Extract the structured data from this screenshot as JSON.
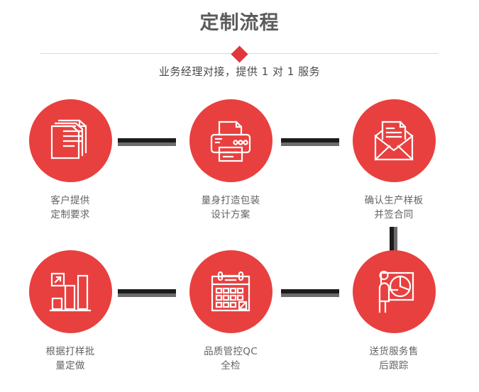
{
  "header": {
    "title": "定制流程",
    "subtitle": "业务经理对接，提供 1 对 1 服务",
    "diamond_color": "#e1383d",
    "divider_color": "#d9d9d9",
    "title_color": "#5b5b5b"
  },
  "theme": {
    "accent_red": "#e8403f",
    "connector_dark": "#1b1b1b",
    "connector_shadow": "#6b6b6b",
    "label_color": "#636363",
    "background": "#ffffff"
  },
  "flow": {
    "rows": [
      {
        "steps": [
          {
            "icon": "documents-stack-icon",
            "label_lines": [
              "客户提供",
              "定制要求"
            ]
          },
          {
            "icon": "printer-icon",
            "label_lines": [
              "量身打造包装",
              "设计方案"
            ]
          },
          {
            "icon": "open-envelope-letter-icon",
            "label_lines": [
              "确认生产样板",
              "并签合同"
            ]
          }
        ],
        "connectors": [
          "horizontal-bar",
          "horizontal-bar"
        ]
      },
      {
        "steps": [
          {
            "icon": "bar-chart-growth-icon",
            "label_lines": [
              "根据打样批",
              "量定做"
            ]
          },
          {
            "icon": "calendar-check-icon",
            "label_lines": [
              "品质管控QC",
              "全检"
            ]
          },
          {
            "icon": "presentation-pie-chart-person-icon",
            "label_lines": [
              "送货服务售",
              "后跟踪"
            ]
          }
        ],
        "connectors": [
          "horizontal-bar",
          "horizontal-bar"
        ]
      }
    ],
    "vertical_connector": "vertical-bar"
  }
}
